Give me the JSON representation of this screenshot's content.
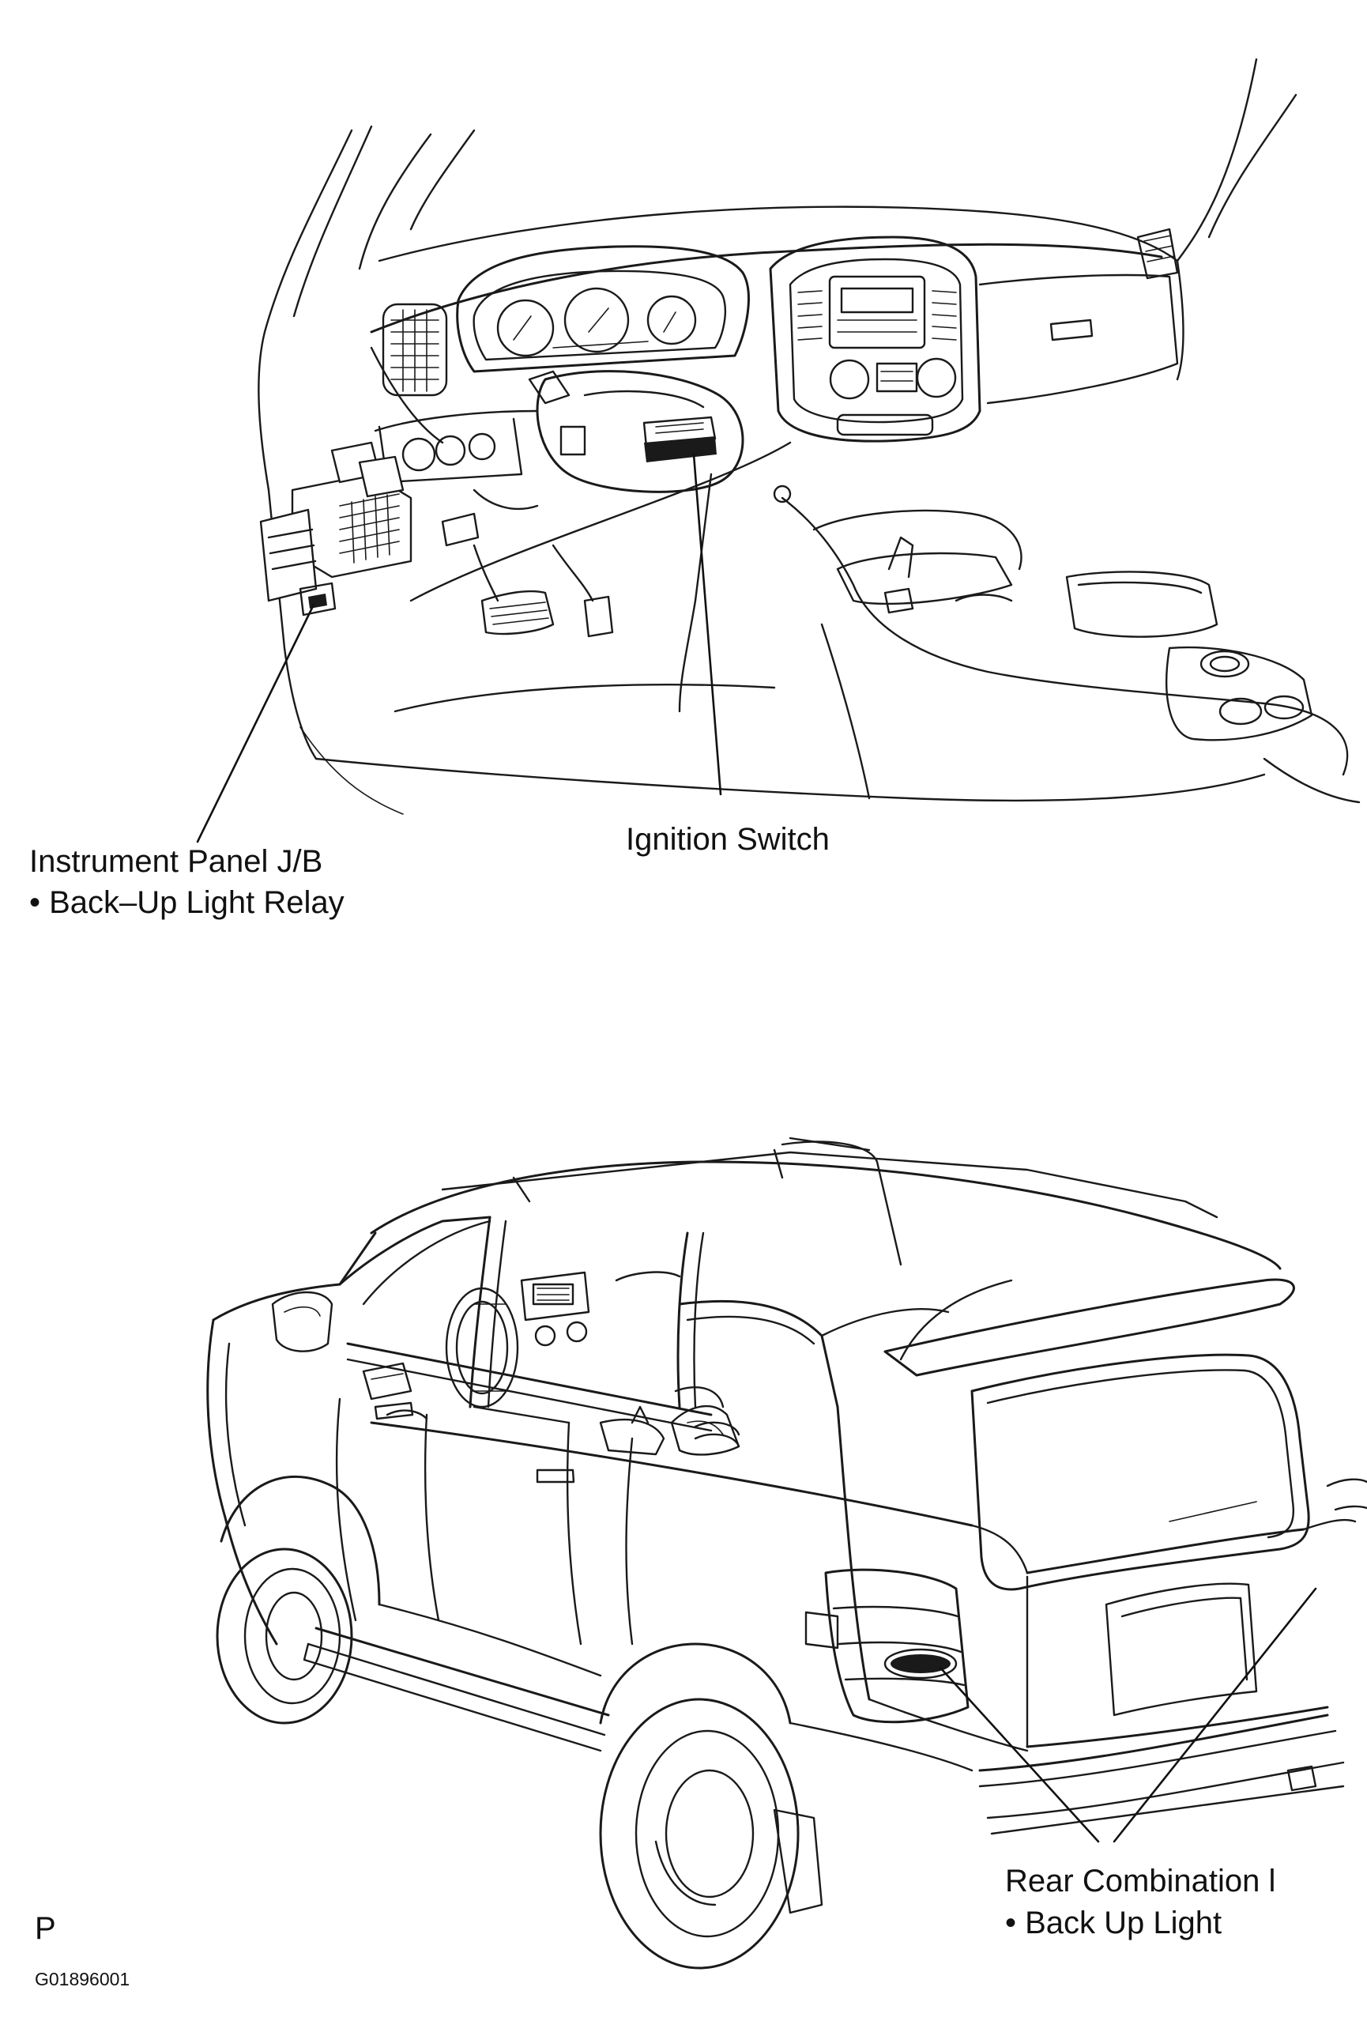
{
  "labels": {
    "instrument_panel_jb": "Instrument Panel J/B",
    "back_up_light_relay": "• Back–Up Light Relay",
    "ignition_switch": "Ignition Switch",
    "rear_combination_light": "Rear Combination l",
    "back_up_light": "• Back Up Light",
    "view_marker": "P",
    "figure_code": "G01896001"
  },
  "colors": {
    "line": "#1a1a1a",
    "background": "#ffffff"
  }
}
